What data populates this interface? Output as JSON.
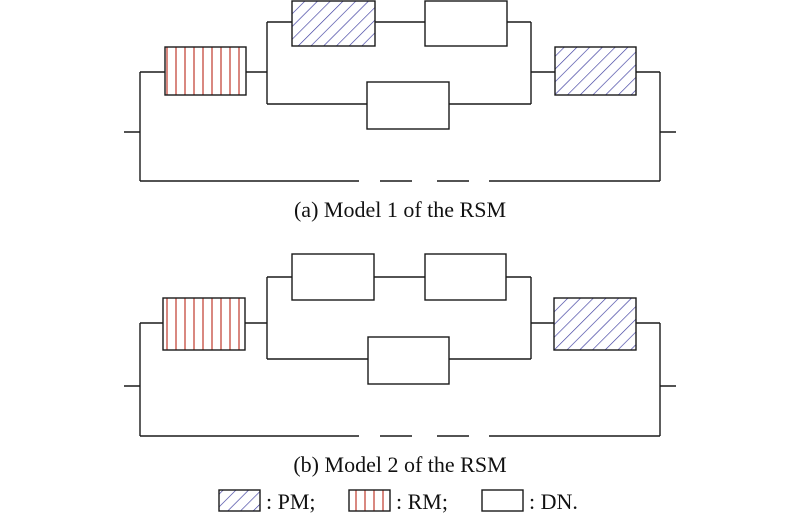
{
  "captions": {
    "a": "(a) Model 1 of the RSM",
    "b": "(b) Model 2 of the RSM"
  },
  "legend": {
    "pm": ": PM;",
    "rm": ": RM;",
    "dn": ": DN."
  },
  "component_types": {
    "pm": {
      "pattern": "diagonal-hatch",
      "color": "#3b3b9e"
    },
    "rm": {
      "pattern": "vertical-stripes",
      "color": "#c0392b"
    },
    "dn": {
      "pattern": "plain",
      "color": "#ffffff"
    }
  },
  "models": [
    {
      "id": "model-1",
      "series_left": "rm",
      "branch_upper": [
        "pm",
        "dn"
      ],
      "branch_lower": [
        "dn"
      ],
      "series_right": "pm"
    },
    {
      "id": "model-2",
      "series_left": "rm",
      "branch_upper": [
        "dn",
        "dn"
      ],
      "branch_lower": [
        "dn"
      ],
      "series_right": "pm"
    }
  ]
}
